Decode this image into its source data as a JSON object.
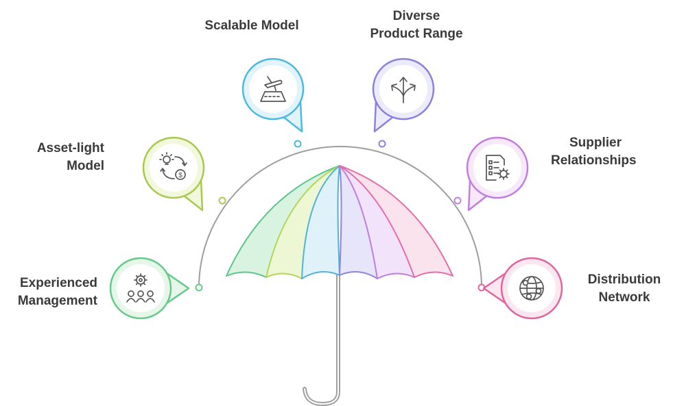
{
  "items": [
    {
      "id": "experienced-management",
      "lines": [
        "Experienced",
        "Management"
      ],
      "icon": "people-gear-icon",
      "color": "#66c98a",
      "fill": "#e6f7ea"
    },
    {
      "id": "asset-light-model",
      "lines": [
        "Asset-light",
        "Model"
      ],
      "icon": "lightbulb-money-cycle-icon",
      "color": "#a8c94e",
      "fill": "#f1f8dc"
    },
    {
      "id": "scalable-model",
      "lines": [
        "Scalable Model"
      ],
      "icon": "airplane-runway-icon",
      "color": "#4cb9e0",
      "fill": "#e2f4fb"
    },
    {
      "id": "diverse-product-range",
      "lines": [
        "Diverse",
        "Product Range"
      ],
      "icon": "diverging-arrows-icon",
      "color": "#8b80e0",
      "fill": "#ecebfb"
    },
    {
      "id": "supplier-relationships",
      "lines": [
        "Supplier",
        "Relationships"
      ],
      "icon": "checklist-gear-icon",
      "color": "#c27de0",
      "fill": "#f6e9fb"
    },
    {
      "id": "distribution-network",
      "lines": [
        "Distribution",
        "Network"
      ],
      "icon": "globe-network-icon",
      "color": "#e0659e",
      "fill": "#fbe7f0"
    }
  ],
  "colors": {
    "arc": "#9e9e9e",
    "handle": "#9e9e9e",
    "label_text": "#3a3a3a",
    "panels": [
      {
        "stroke": "#5cc58a",
        "fill": "#d9f3e1"
      },
      {
        "stroke": "#b5d55a",
        "fill": "#eef7d3"
      },
      {
        "stroke": "#4fb3d9",
        "fill": "#dff1f9"
      },
      {
        "stroke": "#8c84e0",
        "fill": "#e7e5fa"
      },
      {
        "stroke": "#c07ddf",
        "fill": "#f2e3fa"
      },
      {
        "stroke": "#e46ea7",
        "fill": "#fbe3ee"
      }
    ]
  }
}
